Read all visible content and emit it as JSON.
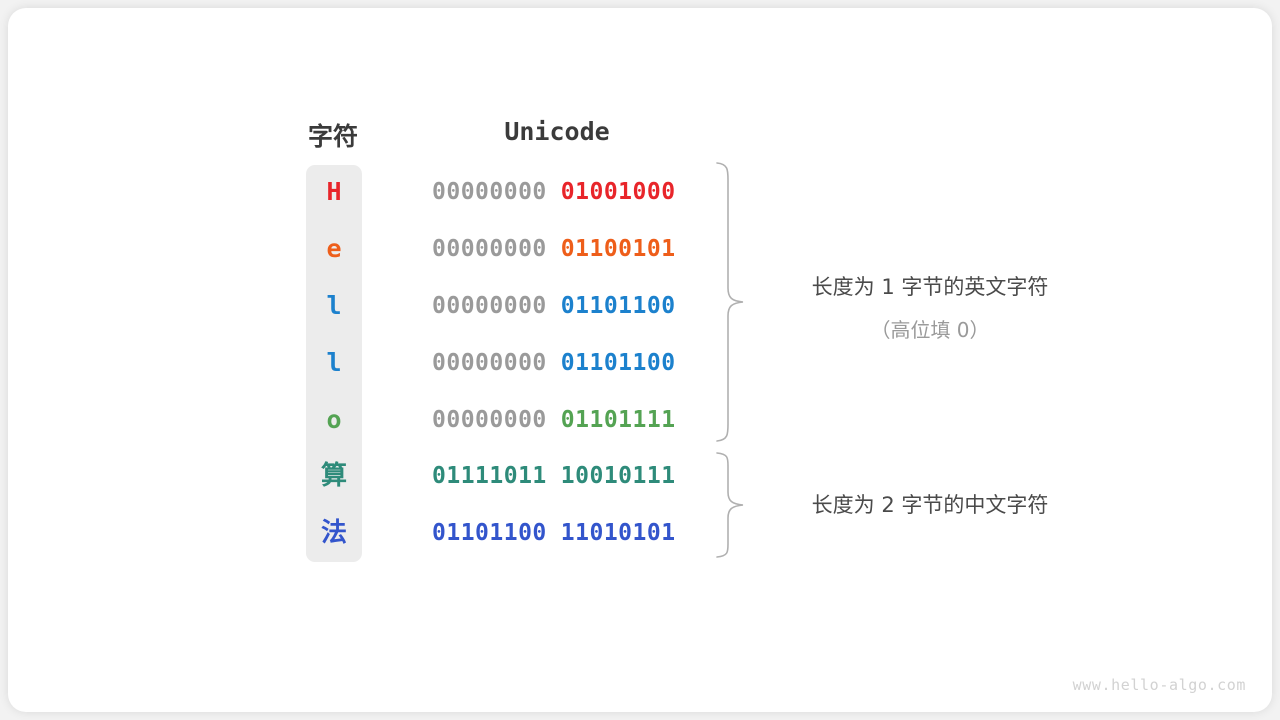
{
  "page": {
    "background_color": "#f2f2f2",
    "card_color": "#ffffff",
    "watermark": "www.hello-algo.com"
  },
  "headers": {
    "character": "字符",
    "unicode": "Unicode"
  },
  "palette": {
    "red": "#e8252a",
    "orange": "#ee5e1a",
    "blue": "#1c81cd",
    "green": "#54a353",
    "teal": "#2e8b7a",
    "royal_blue": "#3355cc",
    "high_bits_gray": "#9a9a9a",
    "column_bg": "#ececec"
  },
  "rows": [
    {
      "char": "H",
      "high_byte": "00000000",
      "low_byte": "01001000",
      "color": "#e8252a",
      "cjk": false
    },
    {
      "char": "e",
      "high_byte": "00000000",
      "low_byte": "01100101",
      "color": "#ee5e1a",
      "cjk": false
    },
    {
      "char": "l",
      "high_byte": "00000000",
      "low_byte": "01101100",
      "color": "#1c81cd",
      "cjk": false
    },
    {
      "char": "l",
      "high_byte": "00000000",
      "low_byte": "01101100",
      "color": "#1c81cd",
      "cjk": false
    },
    {
      "char": "o",
      "high_byte": "00000000",
      "low_byte": "01101111",
      "color": "#54a353",
      "cjk": false
    },
    {
      "char": "算",
      "high_byte": "01111011",
      "low_byte": "10010111",
      "color": "#2e8b7a",
      "cjk": true
    },
    {
      "char": "法",
      "high_byte": "01101100",
      "low_byte": "11010101",
      "color": "#3355cc",
      "cjk": true
    }
  ],
  "annotations": [
    {
      "main": "长度为 1 字节的英文字符",
      "sub": "（高位填 0）"
    },
    {
      "main": "长度为 2 字节的中文字符",
      "sub": ""
    }
  ]
}
